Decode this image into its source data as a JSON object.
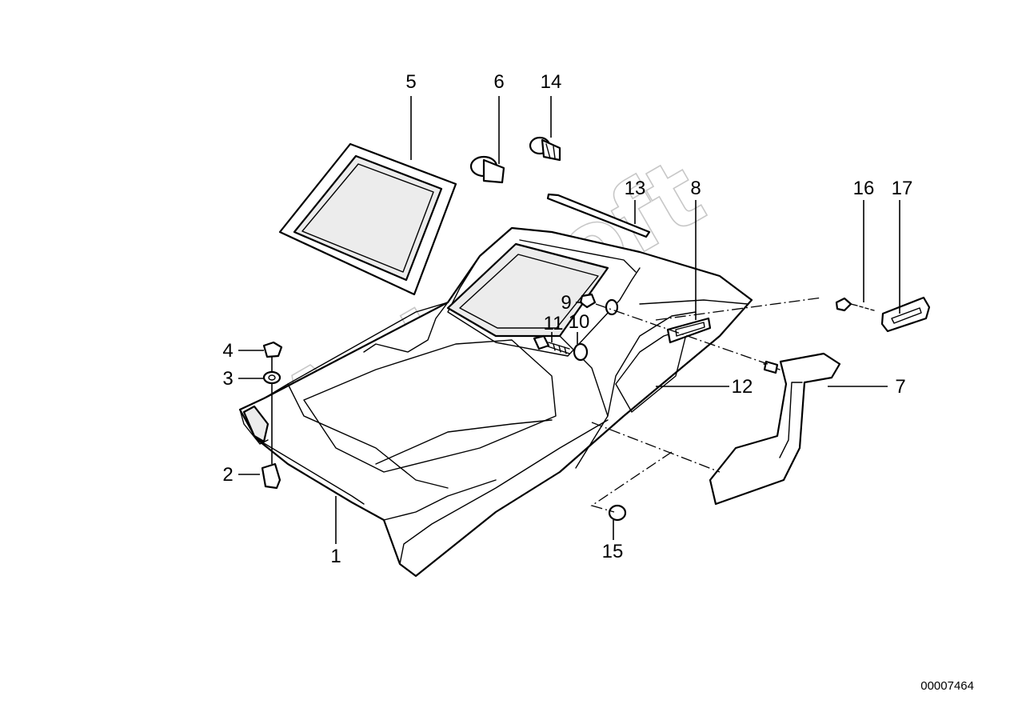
{
  "diagram": {
    "callouts": {
      "c1": "1",
      "c2": "2",
      "c3": "3",
      "c4": "4",
      "c5": "5",
      "c6": "6",
      "c7": "7",
      "c8": "8",
      "c9": "9",
      "c10": "10",
      "c11": "11",
      "c12": "12",
      "c13": "13",
      "c14": "14",
      "c15": "15",
      "c16": "16",
      "c17": "17"
    },
    "doc_number": "00007464",
    "watermark": "AutoSoft",
    "colors": {
      "line": "#000000",
      "background": "#ffffff",
      "watermark": "#9a9a9a"
    }
  }
}
